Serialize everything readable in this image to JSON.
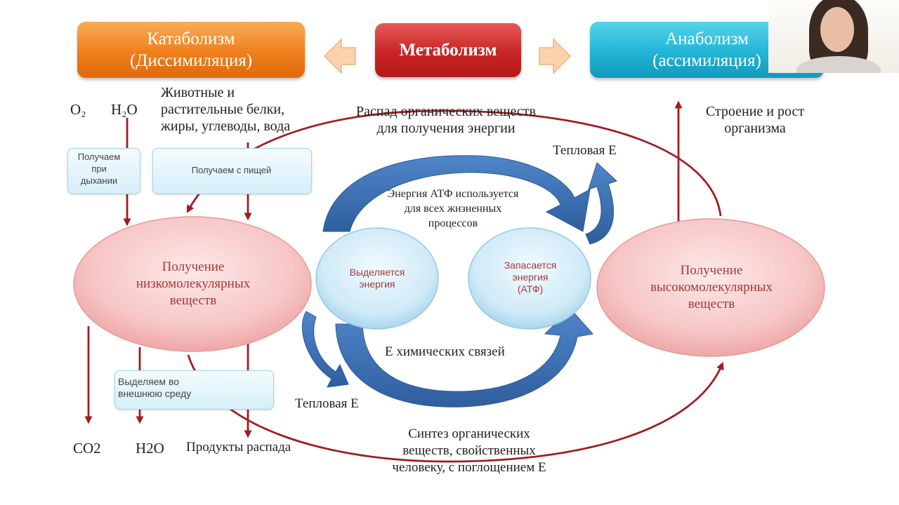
{
  "header": {
    "catabolism": [
      "Катаболизм",
      "(Диссимиляция)"
    ],
    "metabolism": "Метаболизм",
    "anabolism": [
      "Анаболизм",
      "(ассимиляция)"
    ]
  },
  "inputs": {
    "o2": "O₂",
    "h2o": "H₂O",
    "food": [
      "Животные и",
      "растительные белки,",
      "жиры, углеводы, вода"
    ],
    "from_breathing": [
      "Получаем",
      "при",
      "дыхании"
    ],
    "from_food": "Получаем с пищей"
  },
  "top_caption": [
    "Распад органических веществ",
    "для получения энергии"
  ],
  "growth": [
    "Строение и рост",
    "организма"
  ],
  "heat_top": "Тепловая Е",
  "heat_bottom": "Тепловая Е",
  "atp_use": [
    "Энергия АТФ используется",
    "для всех жизненных",
    "процессов"
  ],
  "chem_bonds": "Е химических связей",
  "low_mol": [
    "Получение",
    "низкомолекулярных",
    "веществ"
  ],
  "high_mol": [
    "Получение",
    "высокомолекулярных",
    "веществ"
  ],
  "released": [
    "Выделяется",
    "энергия"
  ],
  "stored": [
    "Запасается",
    "энергия",
    "(АТФ)"
  ],
  "excrete": [
    "Выделяем во",
    "внешнюю среду"
  ],
  "outputs": {
    "co2": "CO2",
    "h2o": "H2O",
    "decay": "Продукты распада"
  },
  "synthesis": [
    "Синтез органических",
    "веществ, свойственных",
    "человеку, с поглощением Е"
  ],
  "colors": {
    "catabolism": "#ef8d2c",
    "metabolism": "#c62828",
    "anabolism": "#2bb6d8",
    "dark_red": "#a01d22",
    "blue_arrow": "#3f74b8",
    "ellipse_fill": "#f7c1c1",
    "circle_fill": "#cde9f6"
  },
  "icons": {
    "left_arrow": "left-arrow-icon",
    "right_arrow": "right-arrow-icon"
  }
}
